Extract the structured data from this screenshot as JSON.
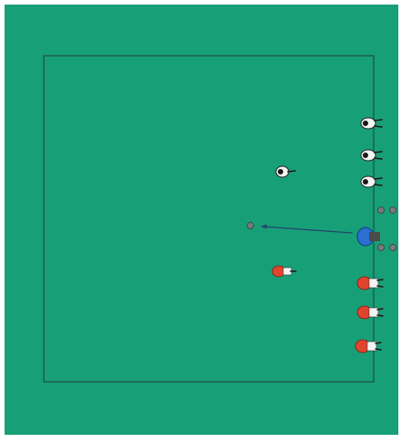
{
  "colors": {
    "pitch": "#17a077",
    "boundary": "#1f4e43",
    "team_white": "#f4f4f2",
    "team_red": "#e0442e",
    "player_blue": "#2b6fd0",
    "player_body_shadow": "#4b4b4b",
    "ball": "#7a7a7a",
    "arrow": "#24466a",
    "page_background": "#ffffff"
  },
  "diagram": {
    "white_players_on_line": 3,
    "red_players_on_line": 3,
    "white_players_in_field": 1,
    "red_players_in_field": 1,
    "coach_players": 1,
    "spare_balls": 4,
    "balls_in_play": 1,
    "pass_arrows": 1
  }
}
